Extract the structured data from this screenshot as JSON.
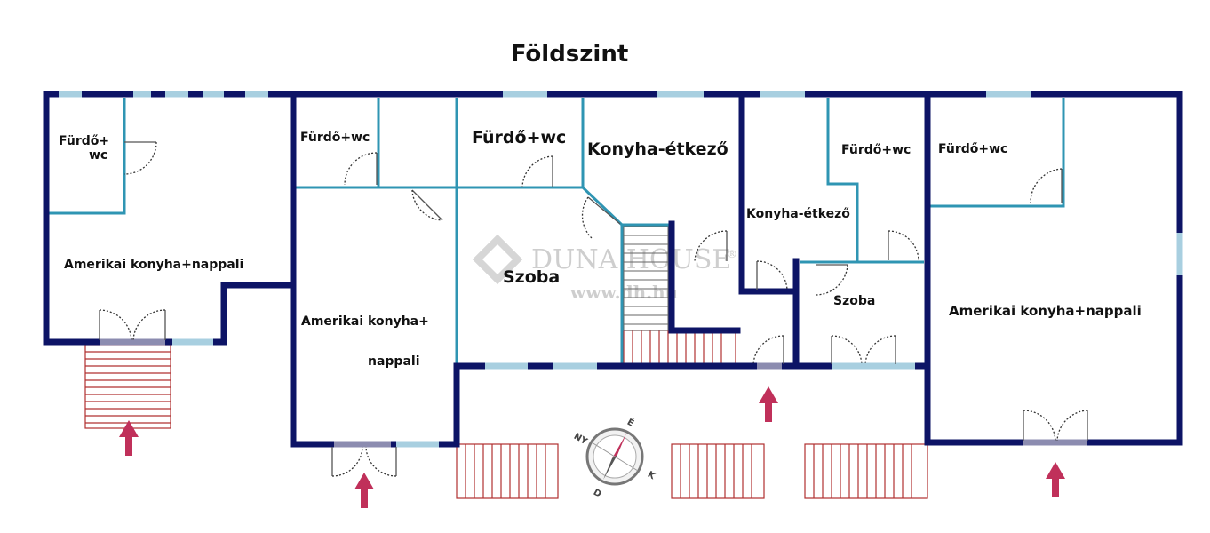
{
  "title": "Földszint",
  "watermark": {
    "brand": "DUNA HOUSE",
    "reg": "®",
    "url": "www.dh.hu"
  },
  "rooms": {
    "bath1_a": "Fürdő+",
    "bath1_b": "wc",
    "bath2": "Fürdő+wc",
    "bath3": "Fürdő+wc",
    "kitchen1": "Konyha-étkező",
    "bath4": "Fürdő+wc",
    "bath5": "Fürdő+wc",
    "kitchen2": "Konyha-étkező",
    "open1": "Amerikai konyha+nappali",
    "open2_a": "Amerikai konyha+",
    "open2_b": "nappali",
    "room1": "Szoba",
    "room2": "Szoba",
    "open3": "Amerikai konyha+nappali"
  },
  "compass": {
    "n": "NY",
    "e": "É",
    "s": "K",
    "w": "D"
  },
  "colors": {
    "outer_wall": "#0d1466",
    "inner_wall": "#2f95b3",
    "window": "#a8cfe0",
    "stairs": "#b03030",
    "arrow": "#c0305a"
  }
}
